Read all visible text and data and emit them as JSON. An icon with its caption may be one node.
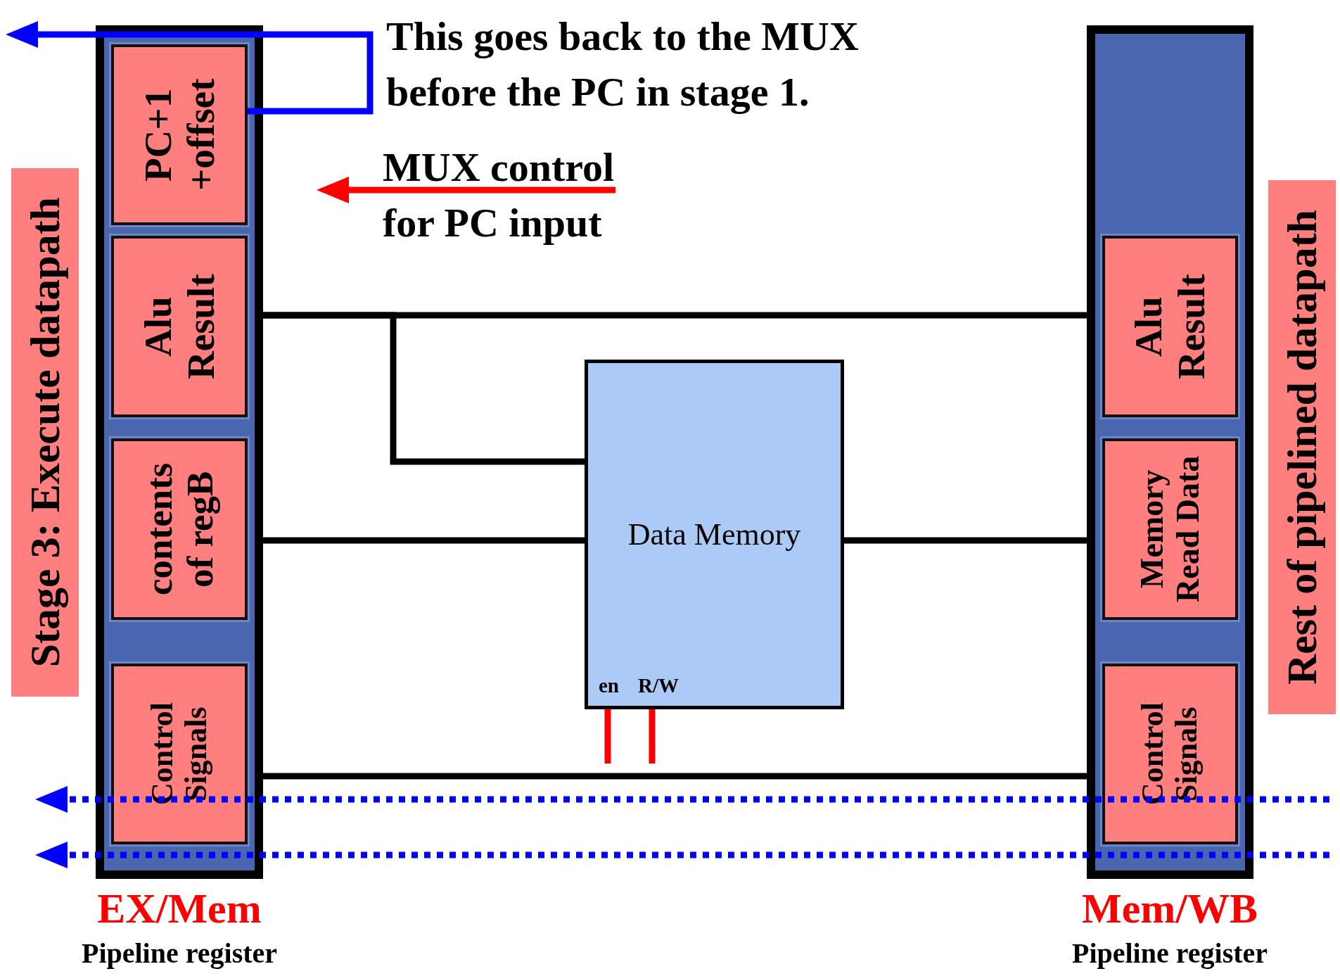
{
  "diagram": {
    "nodes": [
      {
        "text": [],
        "shape": "box",
        "beside": [
          "EX/Mem",
          "Pipeline register"
        ]
      },
      {
        "text": [
          "PC+1 +offset"
        ],
        "in": 0
      },
      {
        "text": [
          "Alu Result"
        ],
        "in": 0
      },
      {
        "text": [
          "contents of regB"
        ],
        "in": 0
      },
      {
        "text": [
          "Control Signals"
        ],
        "in": 0
      },
      {
        "text": [
          "Stage 3: Execute datapath"
        ]
      },
      {
        "text": [
          "MUX control for PC input"
        ]
      },
      {
        "text": [
          "Data Memory"
        ]
      },
      {
        "text": [],
        "shape": "box",
        "beside": [
          "Mem/WB",
          "Pipeline register"
        ]
      },
      {
        "text": [
          "Alu Result"
        ],
        "in": 8
      },
      {
        "text": [
          "Memory Read Data"
        ],
        "in": 8
      },
      {
        "text": [
          "Control Signals"
        ],
        "in": 8
      },
      {
        "text": [
          "Rest of pipelined datapath"
        ]
      }
    ],
    "edges": [
      {
        "from": 1,
        "to": null,
        "arrow": "to",
        "color": "#0000ff"
      },
      {
        "from": 6,
        "to": null,
        "arrow": "to",
        "color": "#ff0000"
      },
      {
        "from": 2,
        "to": 9,
        "arrow": "none"
      },
      {
        "from": 2,
        "to": 7,
        "arrow": "none"
      },
      {
        "from": 3,
        "to": 7,
        "arrow": "none"
      },
      {
        "from": 7,
        "to": 10,
        "arrow": "none"
      },
      {
        "from": 4,
        "to": 11,
        "arrow": "none"
      },
      {
        "from": 7,
        "to": null,
        "arrow": "none",
        "color": "#ff0000"
      },
      {
        "from": 7,
        "to": null,
        "arrow": "none",
        "color": "#ff0000"
      },
      {
        "from": 8,
        "to": null,
        "arrow": "to",
        "style": "dashed",
        "color": "#0000ff"
      },
      {
        "from": 8,
        "to": null,
        "arrow": "to",
        "style": "dashed",
        "color": "#0000ff"
      }
    ],
    "labels": [
      "This goes back to the MUX before the PC in stage 1.",
      "en",
      "R/W"
    ]
  }
}
